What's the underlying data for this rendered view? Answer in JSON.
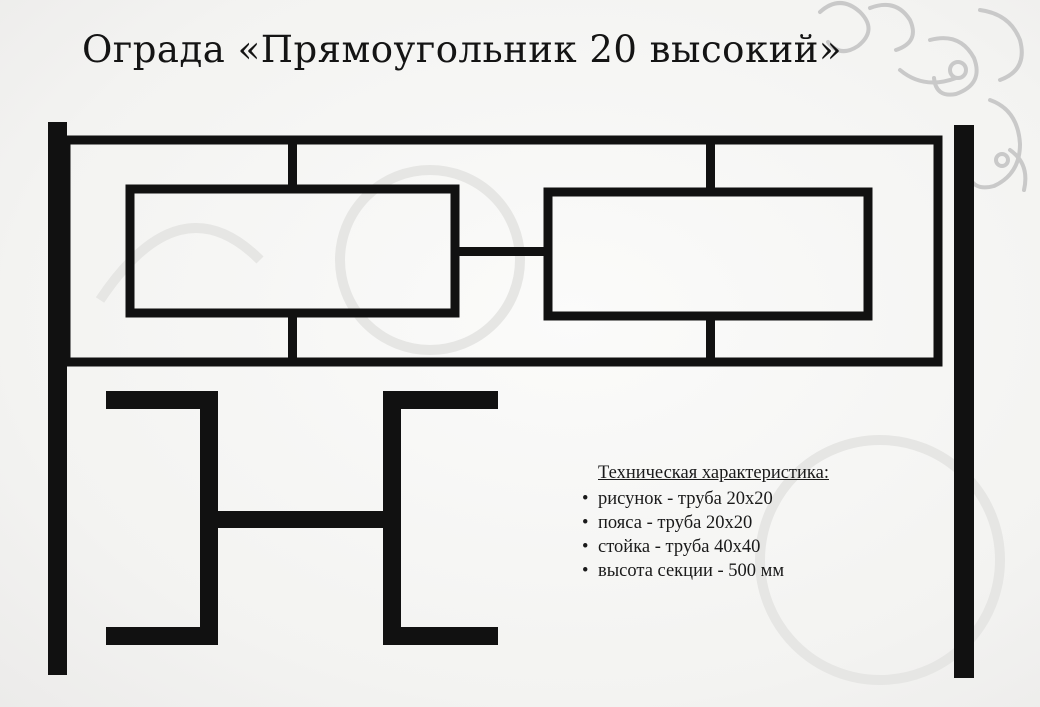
{
  "title": "Ограда «Прямоугольник 20 высокий»",
  "specs": {
    "heading": "Техническая характеристика:",
    "items": [
      "рисунок - труба 20х20",
      "пояса - труба 20х20",
      "стойка - труба 40х40",
      "высота секции - 500 мм"
    ]
  },
  "colors": {
    "metal": "#111111",
    "background": "#f5f5f3"
  },
  "icons": [
    "fence-section-icon",
    "ornament-icon"
  ]
}
